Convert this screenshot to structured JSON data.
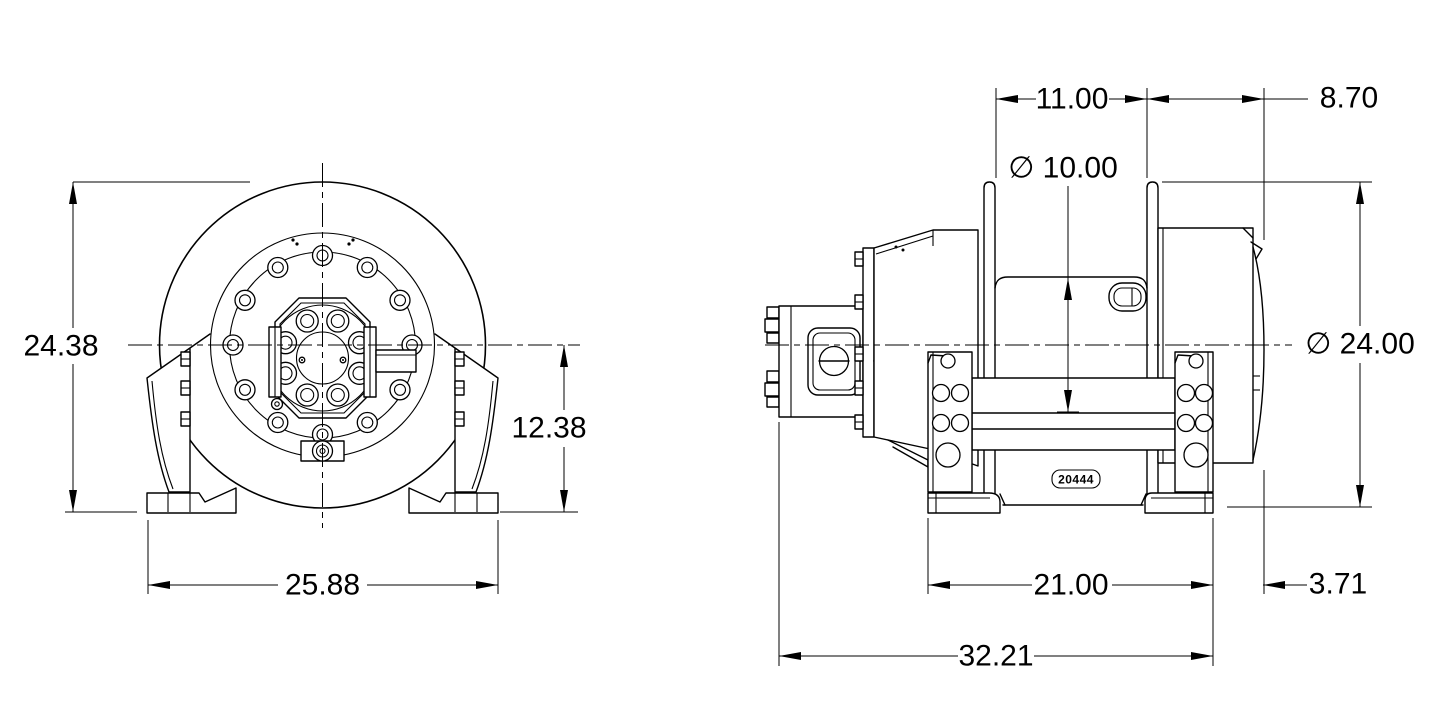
{
  "drawing": {
    "description": "Hydraulic winch dimensional drawing, front and side orthographic views",
    "colors": {
      "line": "#000000",
      "background": "#ffffff"
    },
    "front_view": {
      "dims": {
        "overall_height": "24.38",
        "base_height": "12.38",
        "foot_width": "25.88"
      }
    },
    "side_view": {
      "dims": {
        "drum_width": "11.00",
        "drum_to_end": "8.70",
        "barrel_diameter": "∅ 10.00",
        "flange_diameter": "∅ 24.00",
        "foot_span": "21.00",
        "end_overhang": "3.71",
        "overall_length": "32.21"
      },
      "serial_tag": "20444"
    }
  }
}
